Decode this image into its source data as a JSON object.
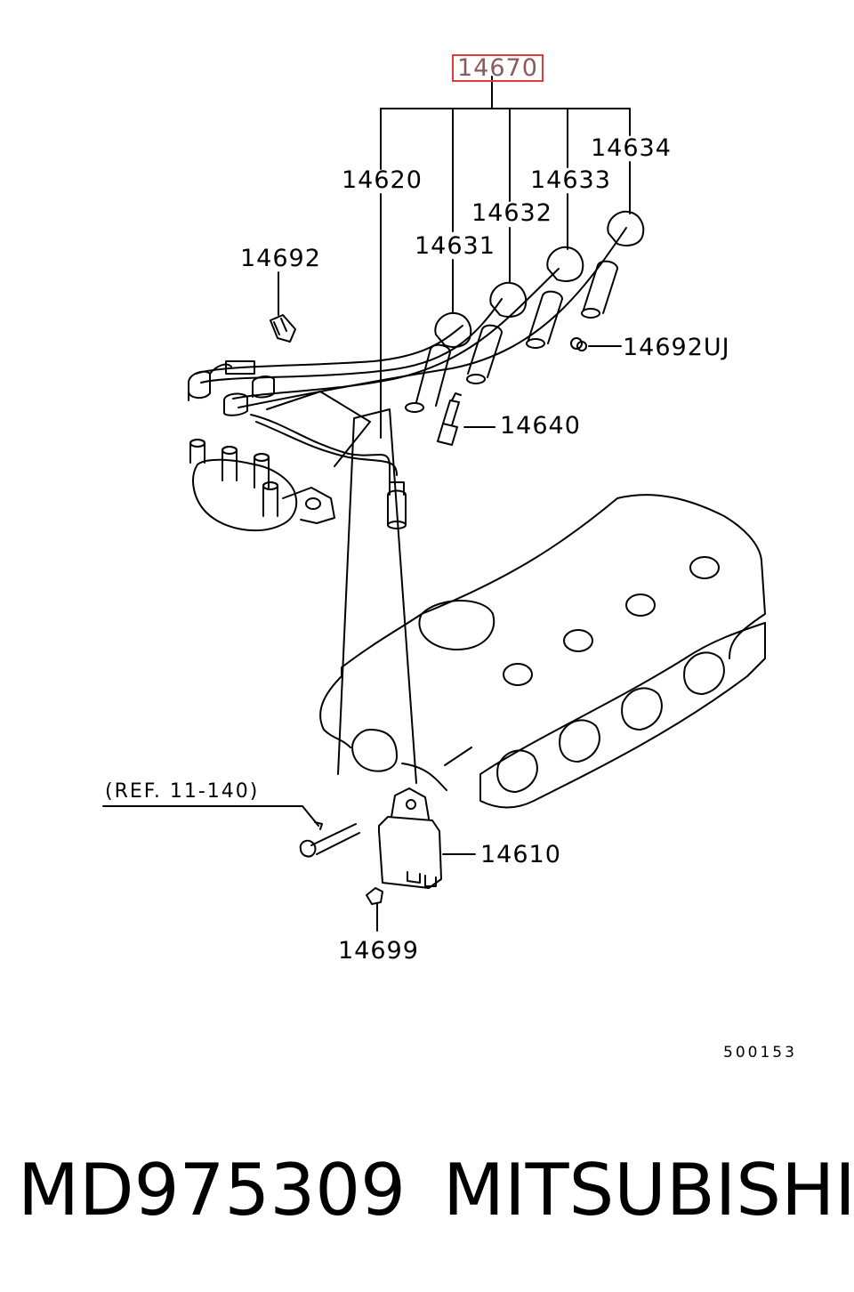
{
  "labels": {
    "harness": "14670",
    "wire1": "14620",
    "wire2": "14631",
    "wire3": "14632",
    "wire4": "14633",
    "wire5": "14634",
    "clip": "14692",
    "clip_uj": "14692UJ",
    "spark_plug": "14640",
    "ignition_coil": "14610",
    "bolt": "14699",
    "reference": "(REF. 11-140)",
    "diagram_code": "500153"
  },
  "footer": {
    "part_number": "MD975309",
    "brand": "MITSUBISHI"
  },
  "colors": {
    "line": "#000000",
    "highlight_border": "#e03a3a",
    "highlight_text": "#8b5a5a"
  }
}
